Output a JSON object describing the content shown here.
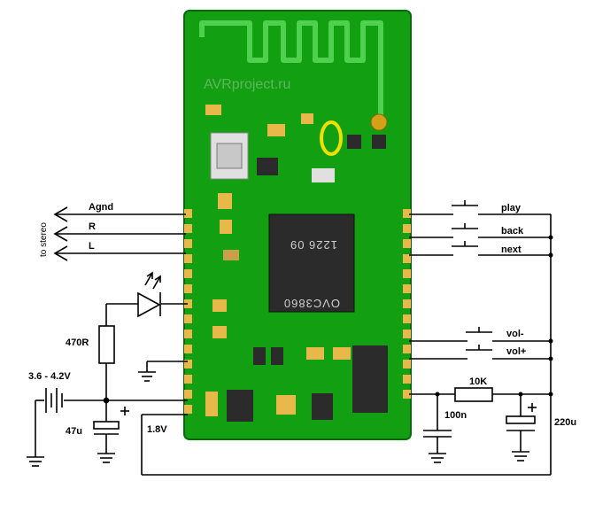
{
  "watermark": "AVRproject.ru",
  "chip": {
    "marking": "OVC3860",
    "line2": "1226 09"
  },
  "left_outputs": {
    "agnd": "Agnd",
    "r": "R",
    "l": "L",
    "side_label": "to stereo"
  },
  "right_buttons": {
    "play": "play",
    "back": "back",
    "next": "next",
    "vol_minus": "vol-",
    "vol_plus": "vol+"
  },
  "components": {
    "resistor_led": "470R",
    "supply": "3.6 - 4.2V",
    "cap_supply": "47u",
    "v18": "1.8V",
    "resistor_10k": "10K",
    "cap_100n": "100n",
    "cap_220u": "220u"
  },
  "colors": {
    "pcb": "#12a012",
    "chip": "#2b2b2b",
    "pad": "#e8b84a",
    "highlight": "#f0e000"
  }
}
